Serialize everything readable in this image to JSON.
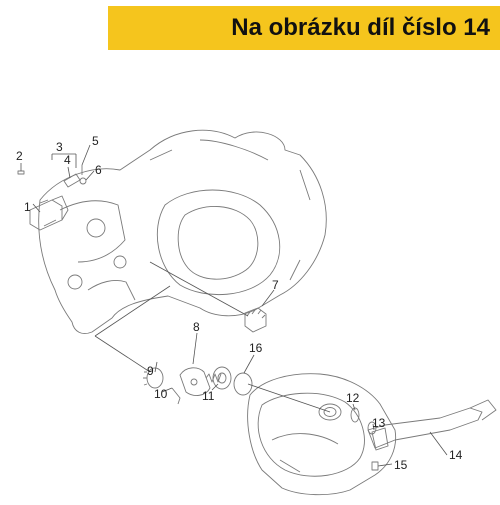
{
  "header": {
    "title": "Na obrázku díl číslo 14",
    "background_color": "#f5c51d",
    "text_color": "#111111"
  },
  "diagram": {
    "line_color": "#555555",
    "callouts": [
      "1",
      "2",
      "3",
      "4",
      "5",
      "6",
      "7",
      "8",
      "9",
      "10",
      "11",
      "12",
      "13",
      "14",
      "15",
      "16"
    ]
  }
}
